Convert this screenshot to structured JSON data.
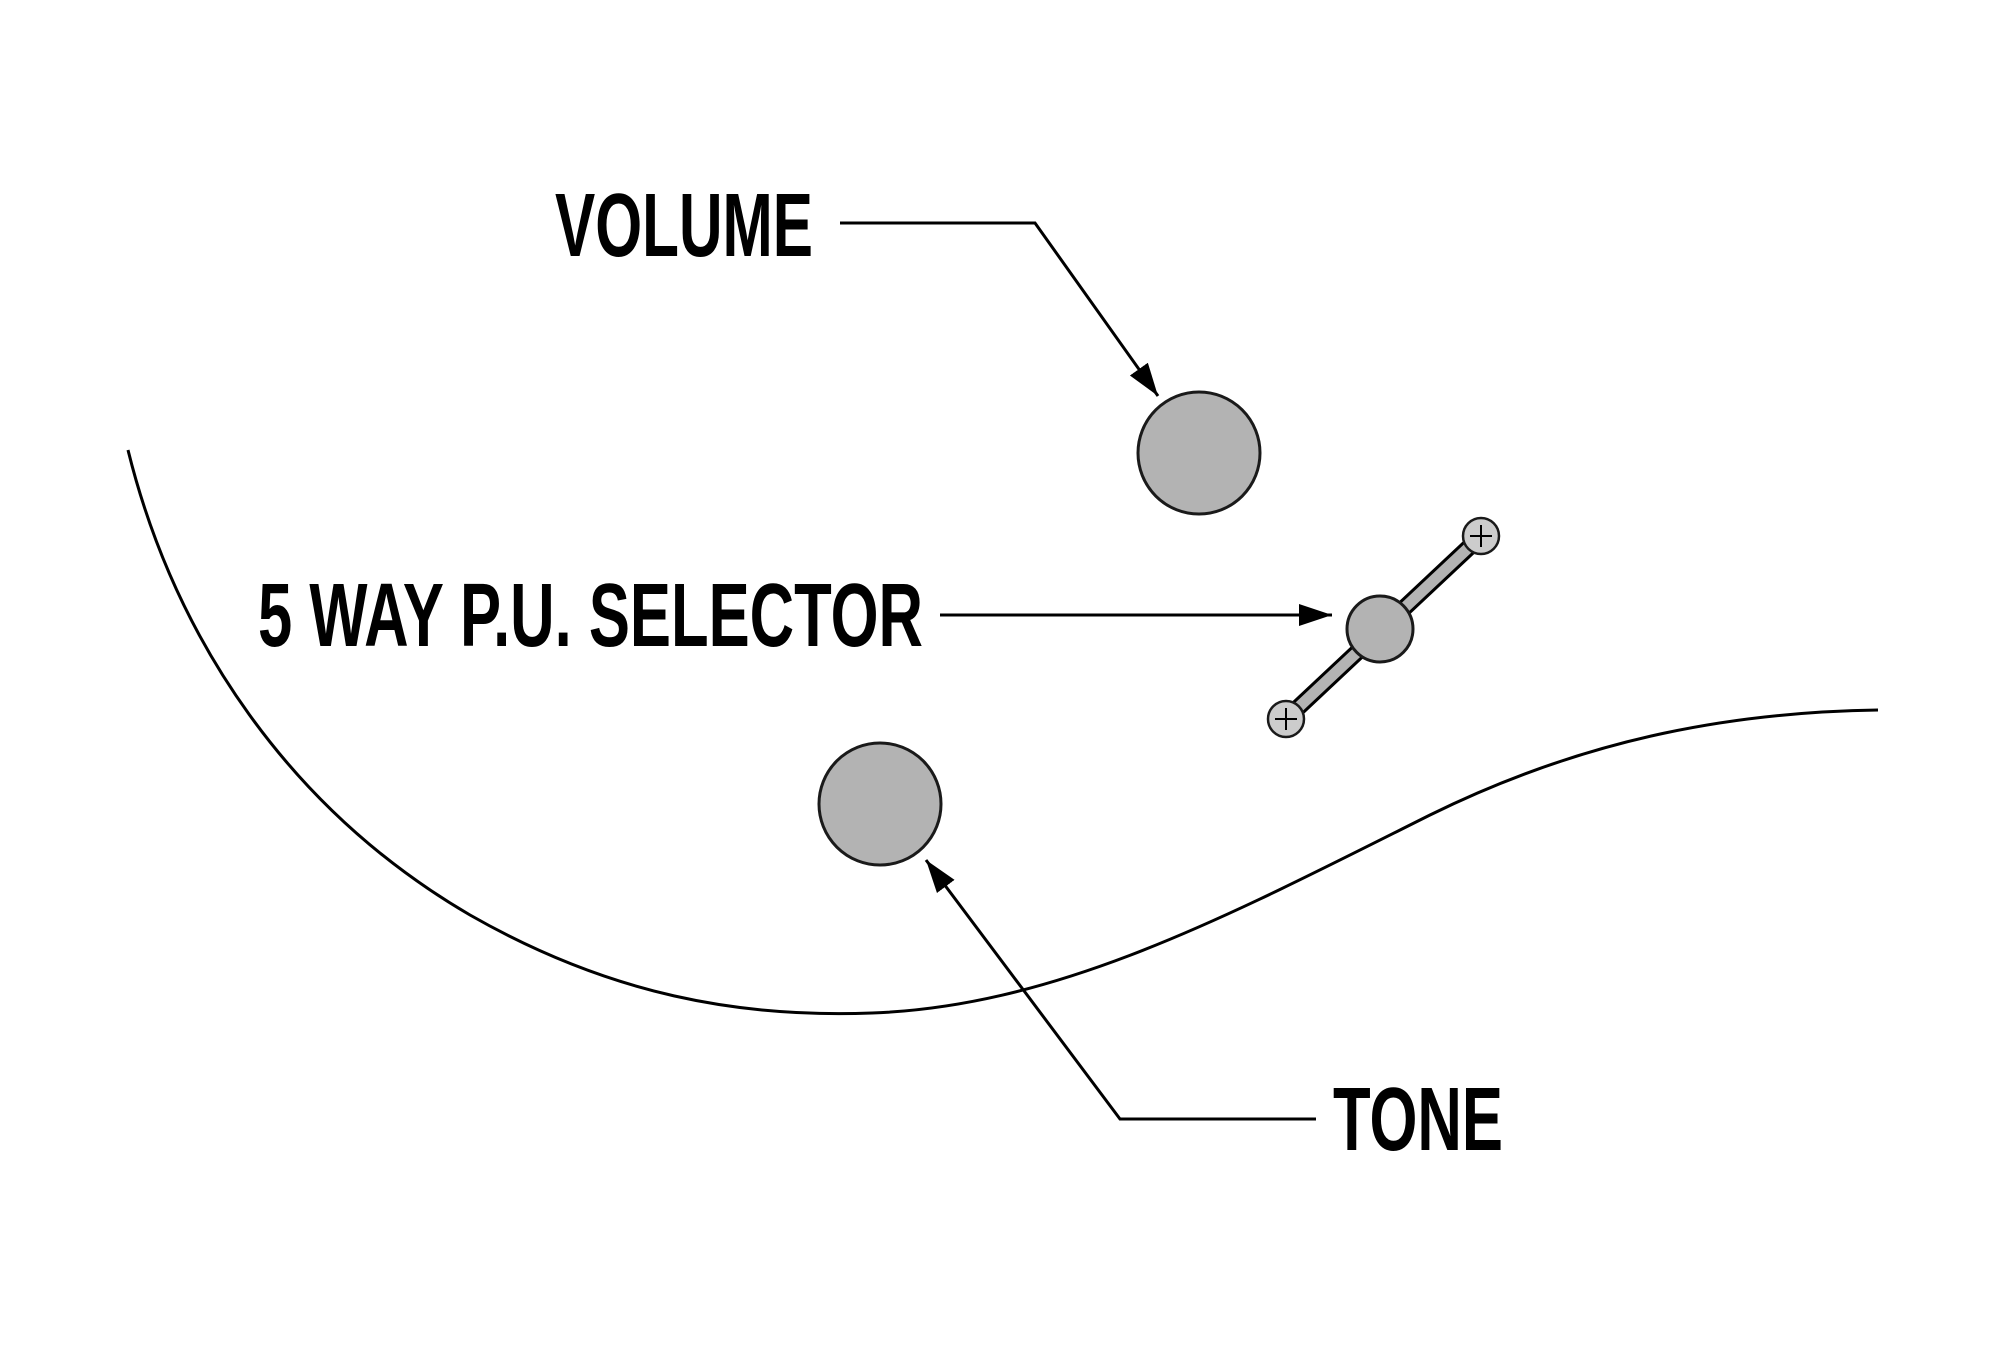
{
  "diagram": {
    "labels": {
      "volume": "VOLUME",
      "selector": "5 WAY P.U. SELECTOR",
      "tone": "TONE"
    },
    "colors": {
      "background": "#ffffff",
      "line": "#000000",
      "knob_fill": "#b3b3b3",
      "screw_fill": "#cccccc"
    }
  }
}
